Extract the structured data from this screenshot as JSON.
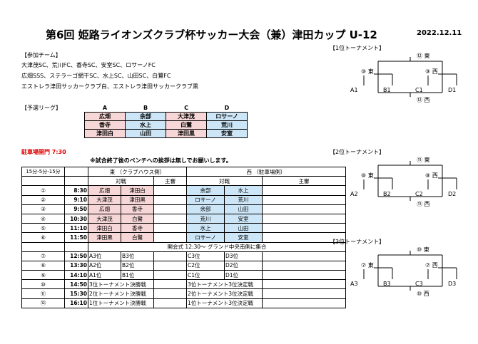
{
  "header": {
    "title": "第6回 姫路ライオンズクラブ杯サッカー大会（兼）津田カップ U-12",
    "date": "2022.12.11"
  },
  "teams": {
    "heading": "【参加チーム】",
    "lines": [
      "大津茂SC、荒川FC、香寺SC、安室SC、ロサーノFC",
      "広畑SSS、ステラーゴ網干SC、水上SC、山田SC、白鷺FC",
      "エストレラ津田サッカークラブ白、エストレラ津田サッカークラブ黒"
    ]
  },
  "league": {
    "heading": "【予選リーグ】",
    "columns": [
      "A",
      "B",
      "C",
      "D"
    ],
    "rows": [
      [
        "広畑",
        "余部",
        "大津茂",
        "ロサーノ"
      ],
      [
        "香寺",
        "水上",
        "白鷺",
        "荒川"
      ],
      [
        "津田白",
        "山田",
        "津田黒",
        "安室"
      ]
    ]
  },
  "parking": "駐車場開門 7:30",
  "notice": "※試合終了後のベンチへの挨拶は無しでお願いします。",
  "schedule": {
    "format": "15分-5分-15分",
    "east": "東 （クラブハウス側）",
    "west": "西 （駐車場側）",
    "match_label": "対戦",
    "referee_label": "主審",
    "matches": [
      {
        "no": "①",
        "time": "8:30",
        "e1": "広畑",
        "e2": "津田白",
        "w1": "余部",
        "w2": "水上"
      },
      {
        "no": "②",
        "time": "9:10",
        "e1": "大津茂",
        "e2": "津田黒",
        "w1": "ロサーノ",
        "w2": "荒川"
      },
      {
        "no": "③",
        "time": "9:50",
        "e1": "広畑",
        "e2": "香寺",
        "w1": "余部",
        "w2": "山田"
      },
      {
        "no": "④",
        "time": "10:30",
        "e1": "大津茂",
        "e2": "白鷺",
        "w1": "荒川",
        "w2": "安室"
      },
      {
        "no": "⑤",
        "time": "11:10",
        "e1": "津田白",
        "e2": "香寺",
        "w1": "水上",
        "w2": "山田"
      },
      {
        "no": "⑥",
        "time": "11:50",
        "e1": "津田黒",
        "e2": "白鷺",
        "w1": "ロサーノ",
        "w2": "安室"
      }
    ],
    "opening": "開会式  12:30～ グランド中央南側に集合",
    "finals": [
      {
        "no": "⑦",
        "time": "12:50",
        "e1": "A3位",
        "e2": "B3位",
        "w1": "C3位",
        "w2": "D3位"
      },
      {
        "no": "⑧",
        "time": "13:30",
        "e1": "A2位",
        "e2": "B2位",
        "w1": "C2位",
        "w2": "D2位"
      },
      {
        "no": "⑨",
        "time": "14:10",
        "e1": "A1位",
        "e2": "B1位",
        "w1": "C1位",
        "w2": "D1位"
      },
      {
        "no": "⑩",
        "time": "14:50",
        "e": "3位トーナメント決勝戦",
        "w": "3位トーナメント3位決定戦"
      },
      {
        "no": "⑪",
        "time": "15:30",
        "e": "2位トーナメント決勝戦",
        "w": "2位トーナメント3位決定戦"
      },
      {
        "no": "⑫",
        "time": "16:10",
        "e": "1位トーナメント決勝戦",
        "w": "1位トーナメント3位決定戦"
      }
    ]
  },
  "brackets": [
    {
      "title": "【1位トーナメント】",
      "final": "⑫ 東",
      "left": "⑨ 東",
      "right": "⑨ 西",
      "third": "⑫ 西",
      "seeds": [
        "A1",
        "B1",
        "C1",
        "D1"
      ]
    },
    {
      "title": "【2位トーナメント】",
      "final": "⑪ 東",
      "left": "⑧ 東",
      "right": "⑧ 西",
      "third": "⑪ 西",
      "seeds": [
        "A2",
        "B2",
        "C2",
        "D2"
      ]
    },
    {
      "title": "【3位トーナメント】",
      "final": "⑩ 東",
      "left": "⑦ 東",
      "right": "⑦ 西",
      "third": "⑩ 西",
      "seeds": [
        "A3",
        "B3",
        "C3",
        "D3"
      ]
    }
  ],
  "colors": {
    "pink": "#f6d6d6",
    "blue": "#cde6f7",
    "yellow": "#fff2cc",
    "green": "#e2efd9",
    "red": "#e00000"
  }
}
